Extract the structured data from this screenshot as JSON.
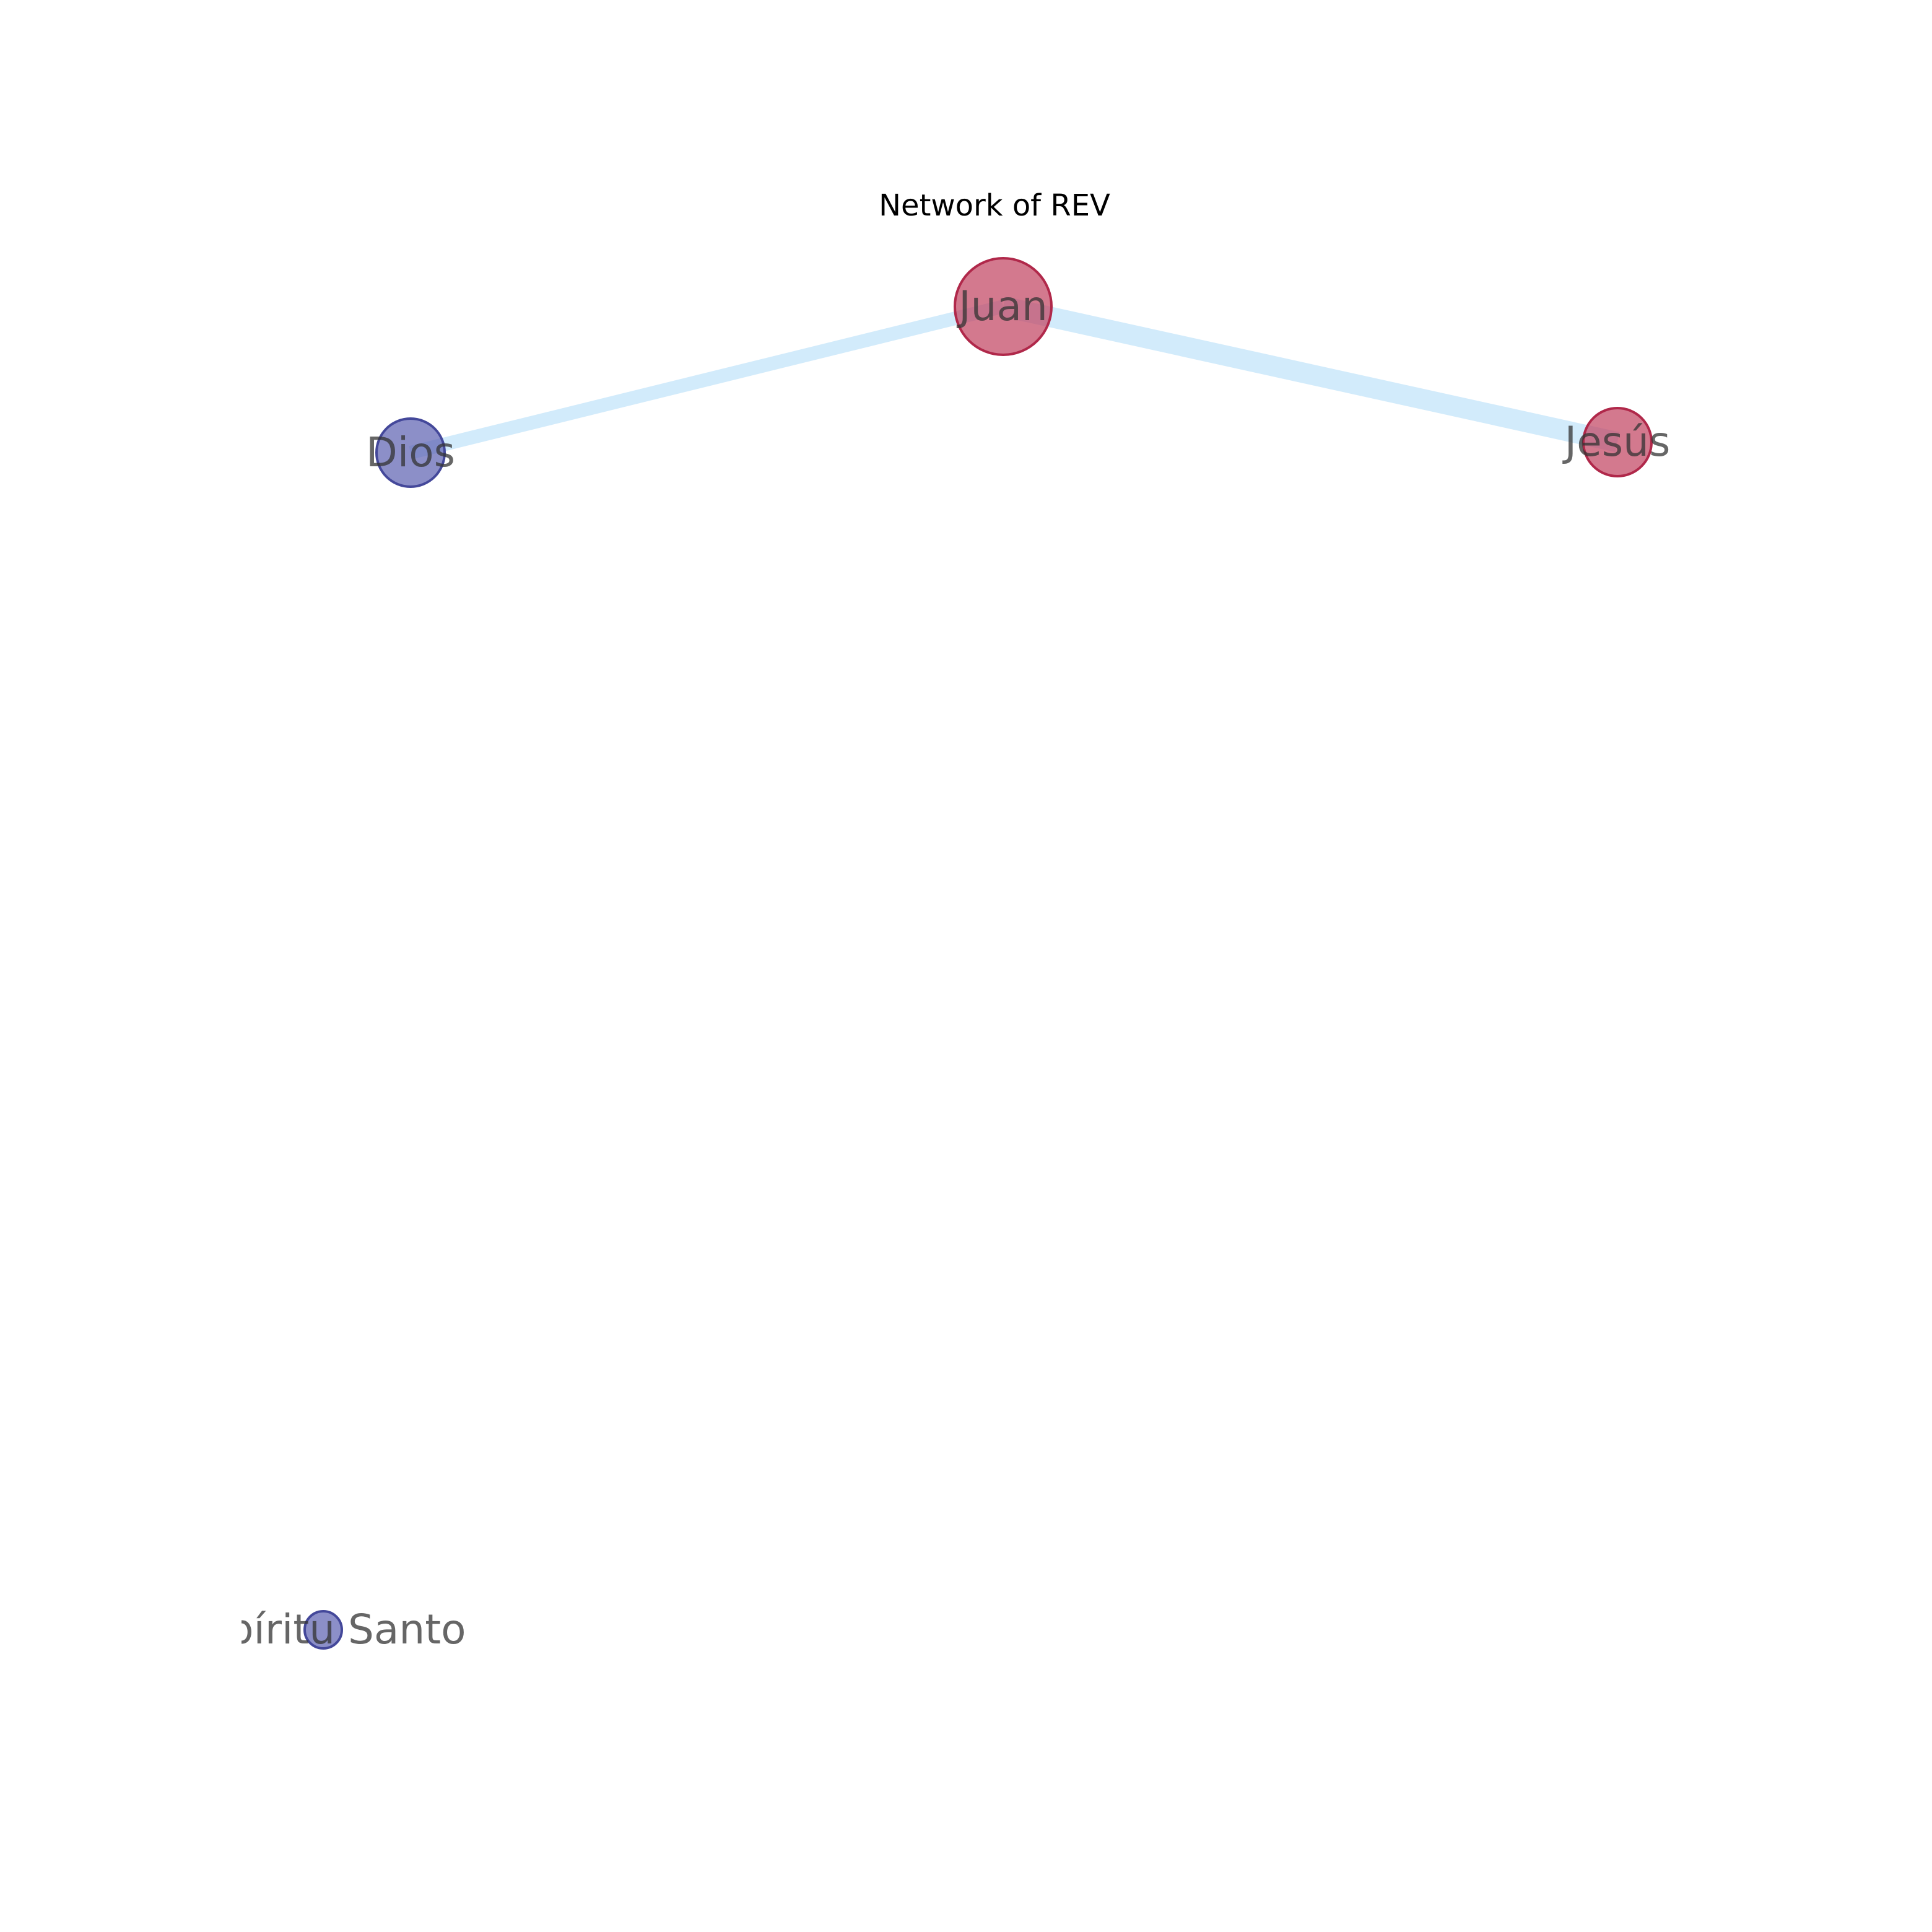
{
  "title": "Network of REV",
  "colors": {
    "edge": "#a6d8f7",
    "group_a_fill": "#c0405e",
    "group_a_stroke": "#b0284a",
    "group_b_fill": "#5b5fb0",
    "group_b_stroke": "#44489a",
    "label": "#333333"
  },
  "nodes": [
    {
      "id": "juan",
      "label": "Juan",
      "group": "a",
      "size": 3
    },
    {
      "id": "dios",
      "label": "Dios",
      "group": "b",
      "size": 2
    },
    {
      "id": "jesus",
      "label": "Jesús",
      "group": "a",
      "size": 2
    },
    {
      "id": "espiritu",
      "label": "Espíritu Santo",
      "group": "b",
      "size": 1
    }
  ],
  "edges": [
    {
      "source": "juan",
      "target": "dios",
      "weight": 1
    },
    {
      "source": "juan",
      "target": "jesus",
      "weight": 1.5
    }
  ]
}
